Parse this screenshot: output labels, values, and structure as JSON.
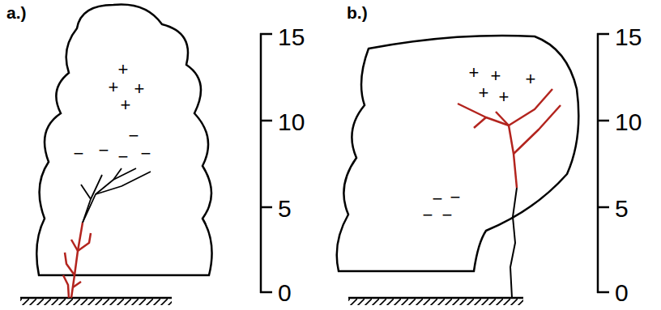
{
  "diagram": {
    "labels": [
      "a.)",
      "b.)",
      "15",
      "10",
      "5",
      "0",
      "15",
      "10",
      "5",
      "0",
      "+",
      "+",
      "+",
      "+",
      "−",
      "−",
      "−",
      "−",
      "−",
      "+",
      "+",
      "+",
      "+",
      "+",
      "−",
      "−",
      "−",
      "−"
    ]
  }
}
